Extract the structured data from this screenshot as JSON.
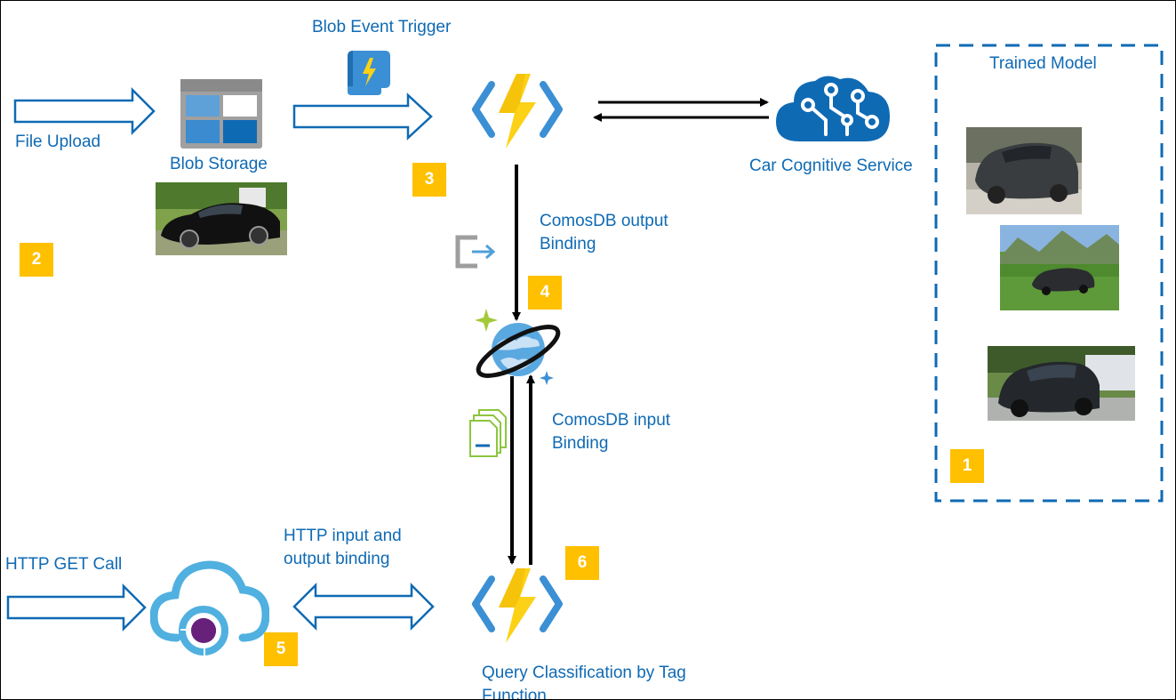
{
  "labels": {
    "blob_event_trigger": "Blob Event Trigger",
    "file_upload": "File Upload",
    "blob_storage": "Blob Storage",
    "car_cognitive_service": "Car Cognitive Service",
    "trained_model": "Trained Model",
    "cosmos_output_line1": "ComosDB output",
    "cosmos_output_line2": "Binding",
    "cosmos_input_line1": "ComosDB input",
    "cosmos_input_line2": "Binding",
    "http_binding_line1": "HTTP input and",
    "http_binding_line2": "output binding",
    "http_get_call": "HTTP GET Call",
    "query_function_line1": "Query Classification by Tag",
    "query_function_line2": "Function"
  },
  "badges": {
    "step1": "1",
    "step2": "2",
    "step3": "3",
    "step4": "4",
    "step5": "5",
    "step6": "6"
  },
  "colors": {
    "accent_blue": "#0f6ab4",
    "badge_orange": "#ffc000",
    "function_yellow": "#fcd116",
    "azure_light_blue": "#50a0d8"
  },
  "icons": {
    "blob_storage": "storage-grid-icon",
    "event_trigger": "scroll-lightning-icon",
    "function": "azure-function-icon",
    "cognitive": "brain-circuit-icon",
    "cosmos": "cosmos-planet-icon",
    "output_binding": "output-arrow-icon",
    "input_binding": "document-stack-icon",
    "api_cloud": "cloud-api-icon"
  }
}
